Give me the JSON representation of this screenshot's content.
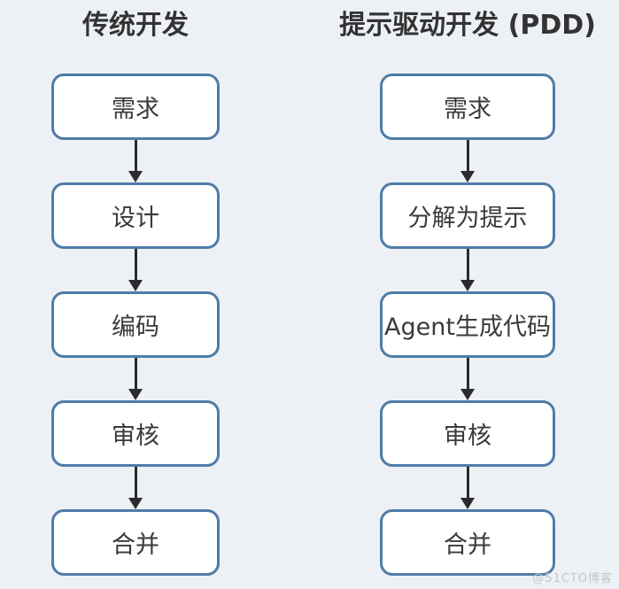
{
  "diagram": {
    "watermark": "@51CTO博客",
    "colors": {
      "background": "#edf1f6",
      "box_fill": "#ffffff",
      "box_border": "#4e7ca8",
      "text": "#3a3a3a",
      "title_text": "#333333",
      "arrow": "#2b2b2b",
      "watermark_text": "#c6c6c6"
    },
    "columns": [
      {
        "title": "传统开发",
        "steps": [
          "需求",
          "设计",
          "编码",
          "审核",
          "合并"
        ]
      },
      {
        "title": "提示驱动开发 (PDD)",
        "steps": [
          "需求",
          "分解为提示",
          "Agent生成代码",
          "审核",
          "合并"
        ]
      }
    ]
  }
}
